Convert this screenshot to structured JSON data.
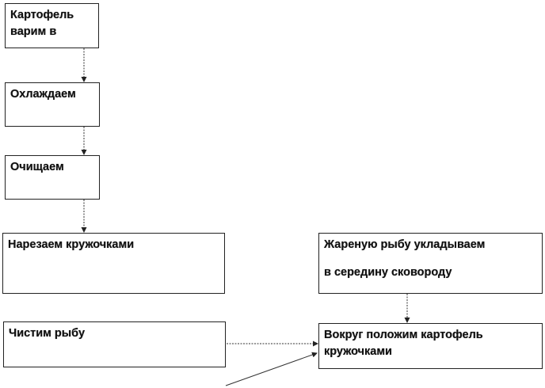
{
  "boxes": {
    "boil": {
      "lines": [
        "Картофель",
        "варим в"
      ]
    },
    "cool": {
      "lines": [
        "Охлаждаем"
      ]
    },
    "peel": {
      "lines": [
        "Очищаем"
      ]
    },
    "slice": {
      "lines": [
        "Нарезаем кружочками"
      ]
    },
    "fish": {
      "lines": [
        "Чистим рыбу"
      ]
    },
    "lay_fish": {
      "lines": [
        "Жареную рыбу укладываем",
        "в середину сковороду"
      ]
    },
    "potatoes": {
      "lines": [
        "Вокруг положим картофель",
        "кружочками"
      ]
    }
  }
}
